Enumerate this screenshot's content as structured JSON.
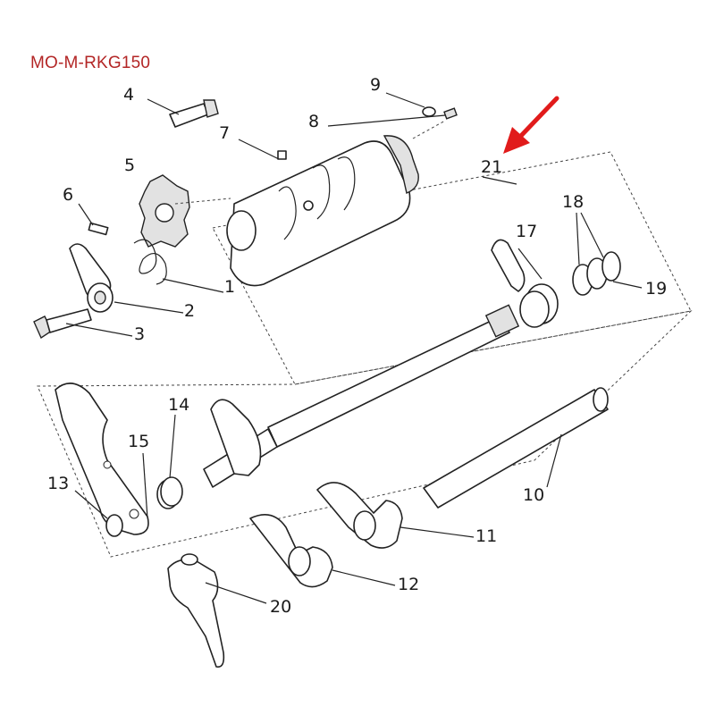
{
  "header": {
    "model_code": "MO-M-RKG150"
  },
  "callouts": {
    "p1": "1",
    "p2": "2",
    "p3": "3",
    "p4": "4",
    "p5": "5",
    "p6": "6",
    "p7": "7",
    "p8": "8",
    "p9": "9",
    "p10": "10",
    "p11": "11",
    "p12": "12",
    "p13": "13",
    "p14": "14",
    "p15": "15",
    "p17": "17",
    "p18": "18",
    "p19": "19",
    "p20": "20",
    "p21": "21"
  },
  "colors": {
    "model_code": "#b32626",
    "arrow": "#e11b1b",
    "ink": "#222222"
  },
  "icons": {
    "highlight_arrow": "arrow-icon"
  }
}
